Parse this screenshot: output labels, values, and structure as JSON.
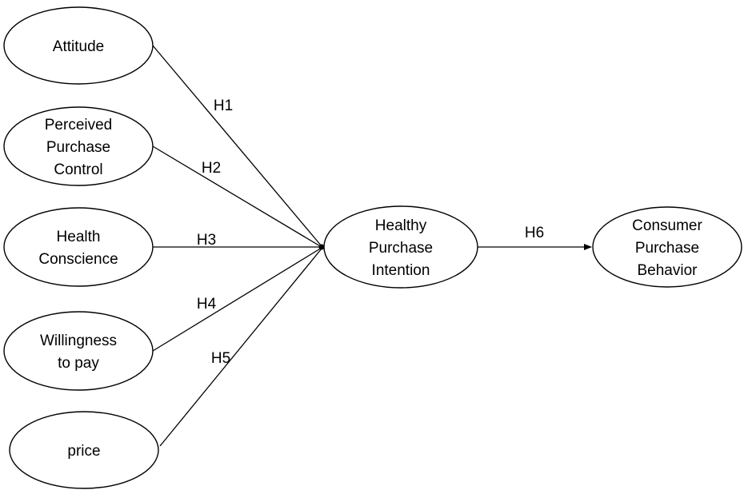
{
  "diagram": {
    "nodes": [
      {
        "id": "attitude",
        "lines": [
          "Attitude"
        ]
      },
      {
        "id": "perceived-purchase-control",
        "lines": [
          "Perceived",
          "Purchase",
          "Control"
        ]
      },
      {
        "id": "health-conscience",
        "lines": [
          "Health",
          "Conscience"
        ]
      },
      {
        "id": "willingness-to-pay",
        "lines": [
          "Willingness",
          "to pay"
        ]
      },
      {
        "id": "price",
        "lines": [
          "price"
        ]
      },
      {
        "id": "healthy-purchase-intention",
        "lines": [
          "Healthy",
          "Purchase",
          "Intention"
        ]
      },
      {
        "id": "consumer-purchase-behavior",
        "lines": [
          "Consumer",
          "Purchase",
          "Behavior"
        ]
      }
    ],
    "edges": [
      {
        "from": "attitude",
        "to": "healthy-purchase-intention",
        "label": "H1"
      },
      {
        "from": "perceived-purchase-control",
        "to": "healthy-purchase-intention",
        "label": "H2"
      },
      {
        "from": "health-conscience",
        "to": "healthy-purchase-intention",
        "label": "H3"
      },
      {
        "from": "willingness-to-pay",
        "to": "healthy-purchase-intention",
        "label": "H4"
      },
      {
        "from": "price",
        "to": "healthy-purchase-intention",
        "label": "H5"
      },
      {
        "from": "healthy-purchase-intention",
        "to": "consumer-purchase-behavior",
        "label": "H6"
      }
    ]
  }
}
